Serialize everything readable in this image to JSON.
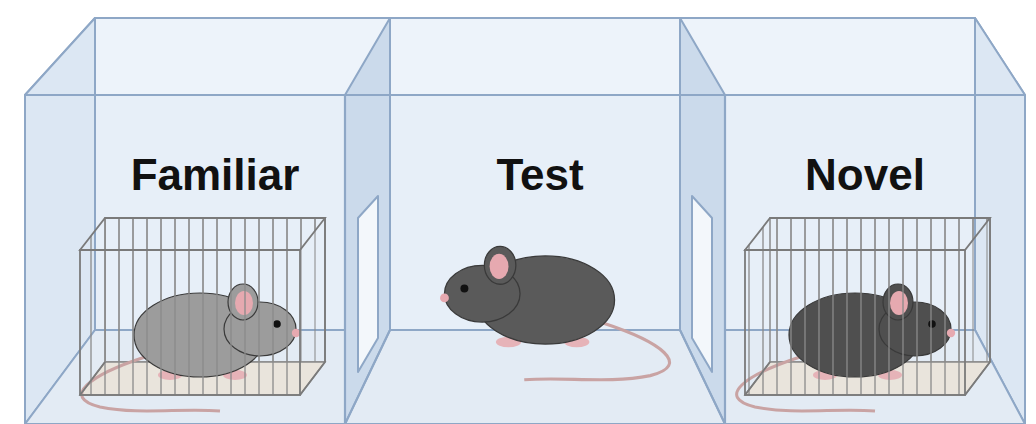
{
  "diagram": {
    "nodes": [
      {
        "text": [
          "Familiar"
        ]
      },
      {
        "text": [
          "Test"
        ]
      },
      {
        "text": [
          "Novel"
        ]
      }
    ]
  }
}
